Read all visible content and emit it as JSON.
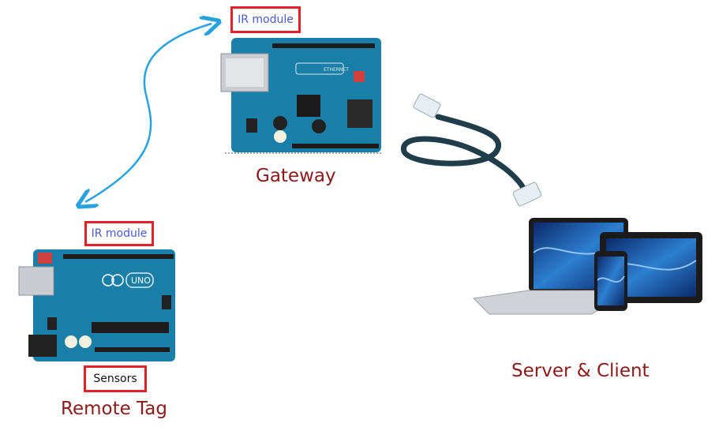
{
  "gateway": {
    "module_label": "IR module",
    "caption": "Gateway",
    "board_text": "ETHERNET"
  },
  "remote_tag": {
    "module_label": "IR module",
    "sensors_label": "Sensors",
    "caption": "Remote Tag",
    "board_text": "UNO"
  },
  "server": {
    "caption": "Server & Client"
  },
  "colors": {
    "board": "#1a7fa8",
    "box_border": "#e0202a",
    "caption": "#8b1a1a",
    "arrow": "#29a3e0",
    "cable": "#1f3e4a"
  },
  "icons": [
    "arduino-uno-board",
    "arduino-ethernet-board",
    "ethernet-cable",
    "laptop",
    "phone",
    "tablet",
    "bidirectional-arrow"
  ]
}
